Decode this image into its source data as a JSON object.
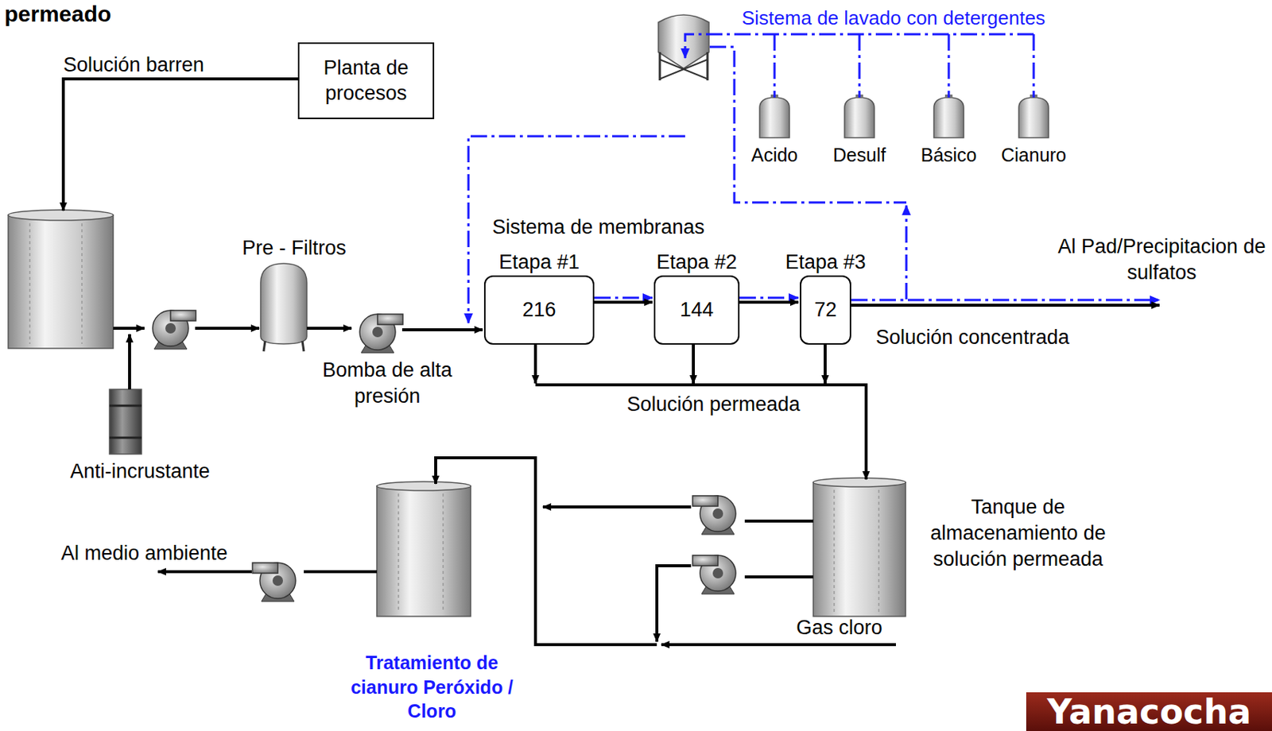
{
  "diagram": {
    "title": "permeado",
    "nodes": [
      {
        "text": [
          "Planta de procesos"
        ]
      },
      {
        "text": [
          "Etapa #1",
          "216"
        ]
      },
      {
        "text": [
          "Etapa #2",
          "144"
        ]
      },
      {
        "text": [
          "Etapa #3",
          "72"
        ]
      }
    ],
    "edges": [
      {
        "from": 1,
        "to": 2,
        "arrow": "to"
      },
      {
        "from": 2,
        "to": 3,
        "arrow": "to"
      }
    ],
    "labels": [
      "Solución barren",
      "Sistema de lavado con detergentes",
      "Acido",
      "Desulf",
      "Básico",
      "Cianuro",
      "Pre - Filtros",
      "Sistema de membranas",
      "Al Pad/Precipitacion de sulfatos",
      "Solución concentrada",
      "Bomba de alta presión",
      "Solución permeada",
      "Anti-incrustante",
      "Tanque de almacenamiento de solución permeada",
      "Al medio ambiente",
      "Gas cloro",
      "Tratamiento de cianuro Peróxido / Cloro",
      "Yanacocha"
    ]
  }
}
